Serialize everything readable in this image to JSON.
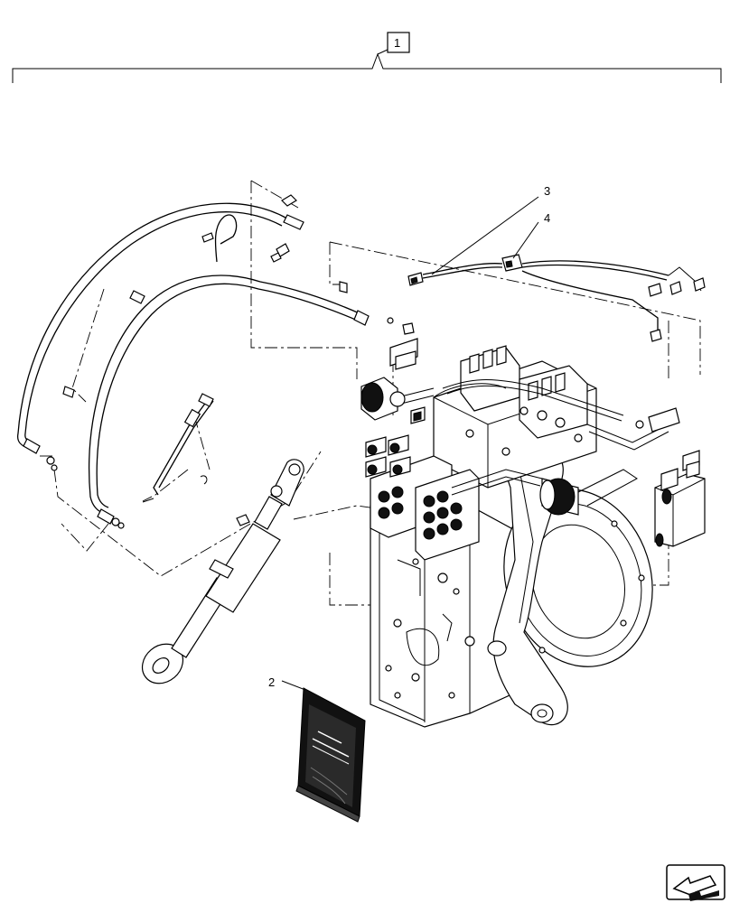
{
  "callouts": {
    "assembly": "1",
    "manual": "2",
    "harness_a": "3",
    "harness_b": "4"
  },
  "nav_icon": "arrow-navigation-icon",
  "colors": {
    "line": "#000000",
    "background": "#ffffff"
  }
}
